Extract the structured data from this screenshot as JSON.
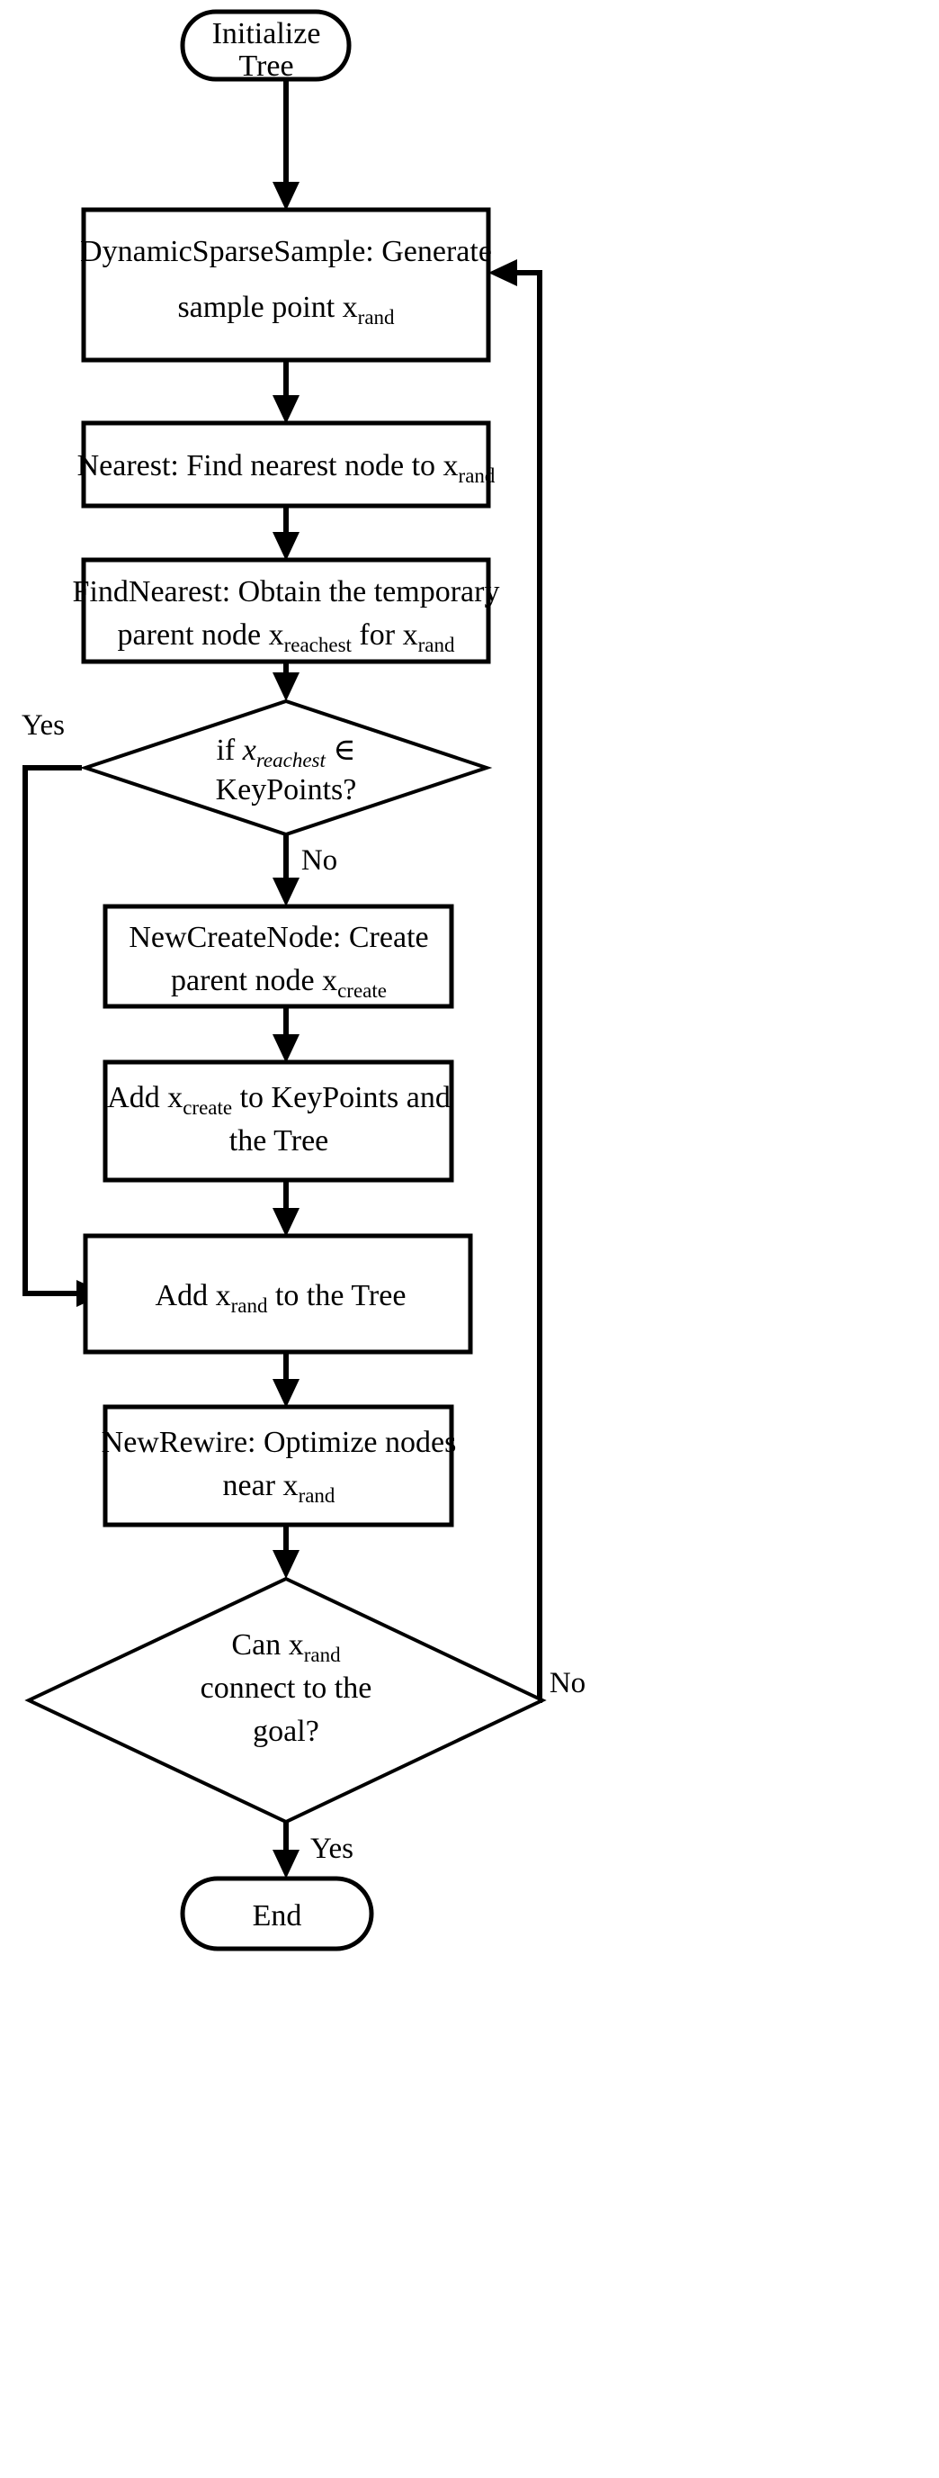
{
  "diagram": {
    "title": "RRT path planning algorithm flowchart",
    "type": "flowchart",
    "background_color": "#ffffff",
    "line_color": "#000000",
    "text_color": "#000000"
  },
  "nodes": {
    "start": {
      "shape": "terminator",
      "line1": "Initialize",
      "line2": "Tree"
    },
    "sample": {
      "shape": "process",
      "line1": "DynamicSparseSample: Generate",
      "line2_pre": "sample point x",
      "line2_sub": "rand"
    },
    "nearest": {
      "shape": "process",
      "line1_pre": "Nearest: Find nearest node to x",
      "line1_sub": "rand"
    },
    "findnearest": {
      "shape": "process",
      "line1": "FindNearest: Obtain the temporary",
      "line2_pre": "parent node x",
      "line2_sub": "reachest",
      "line2_post": " for x",
      "line2_sub2": "rand"
    },
    "decision_keypoints": {
      "shape": "decision",
      "line1_pre": "if ",
      "line1_var": "x",
      "line1_sub": "reachest",
      "line1_post": " ∈",
      "line2": "KeyPoints?"
    },
    "newcreatenode": {
      "shape": "process",
      "line1": "NewCreateNode: Create",
      "line2_pre": "parent node x",
      "line2_sub": "create"
    },
    "addcreate": {
      "shape": "process",
      "line1_pre": "Add x",
      "line1_sub": "create",
      "line1_post": " to KeyPoints and",
      "line2": "the Tree"
    },
    "addrand": {
      "shape": "process",
      "line1_pre": "Add x",
      "line1_sub": "rand",
      "line1_post": " to the Tree"
    },
    "newrewire": {
      "shape": "process",
      "line1": "NewRewire: Optimize nodes",
      "line2_pre": "near x",
      "line2_sub": "rand"
    },
    "decision_goal": {
      "shape": "decision",
      "line1_pre": "Can x",
      "line1_sub": "rand",
      "line2": "connect to the",
      "line3": "goal?"
    },
    "end": {
      "shape": "terminator",
      "line1": "End"
    }
  },
  "edge_labels": {
    "keypoints_yes": "Yes",
    "keypoints_no": "No",
    "goal_no": "No",
    "goal_yes": "Yes"
  },
  "flow_order": [
    "start",
    "sample",
    "nearest",
    "findnearest",
    "decision_keypoints",
    "newcreatenode",
    "addcreate",
    "addrand",
    "newrewire",
    "decision_goal",
    "end"
  ]
}
